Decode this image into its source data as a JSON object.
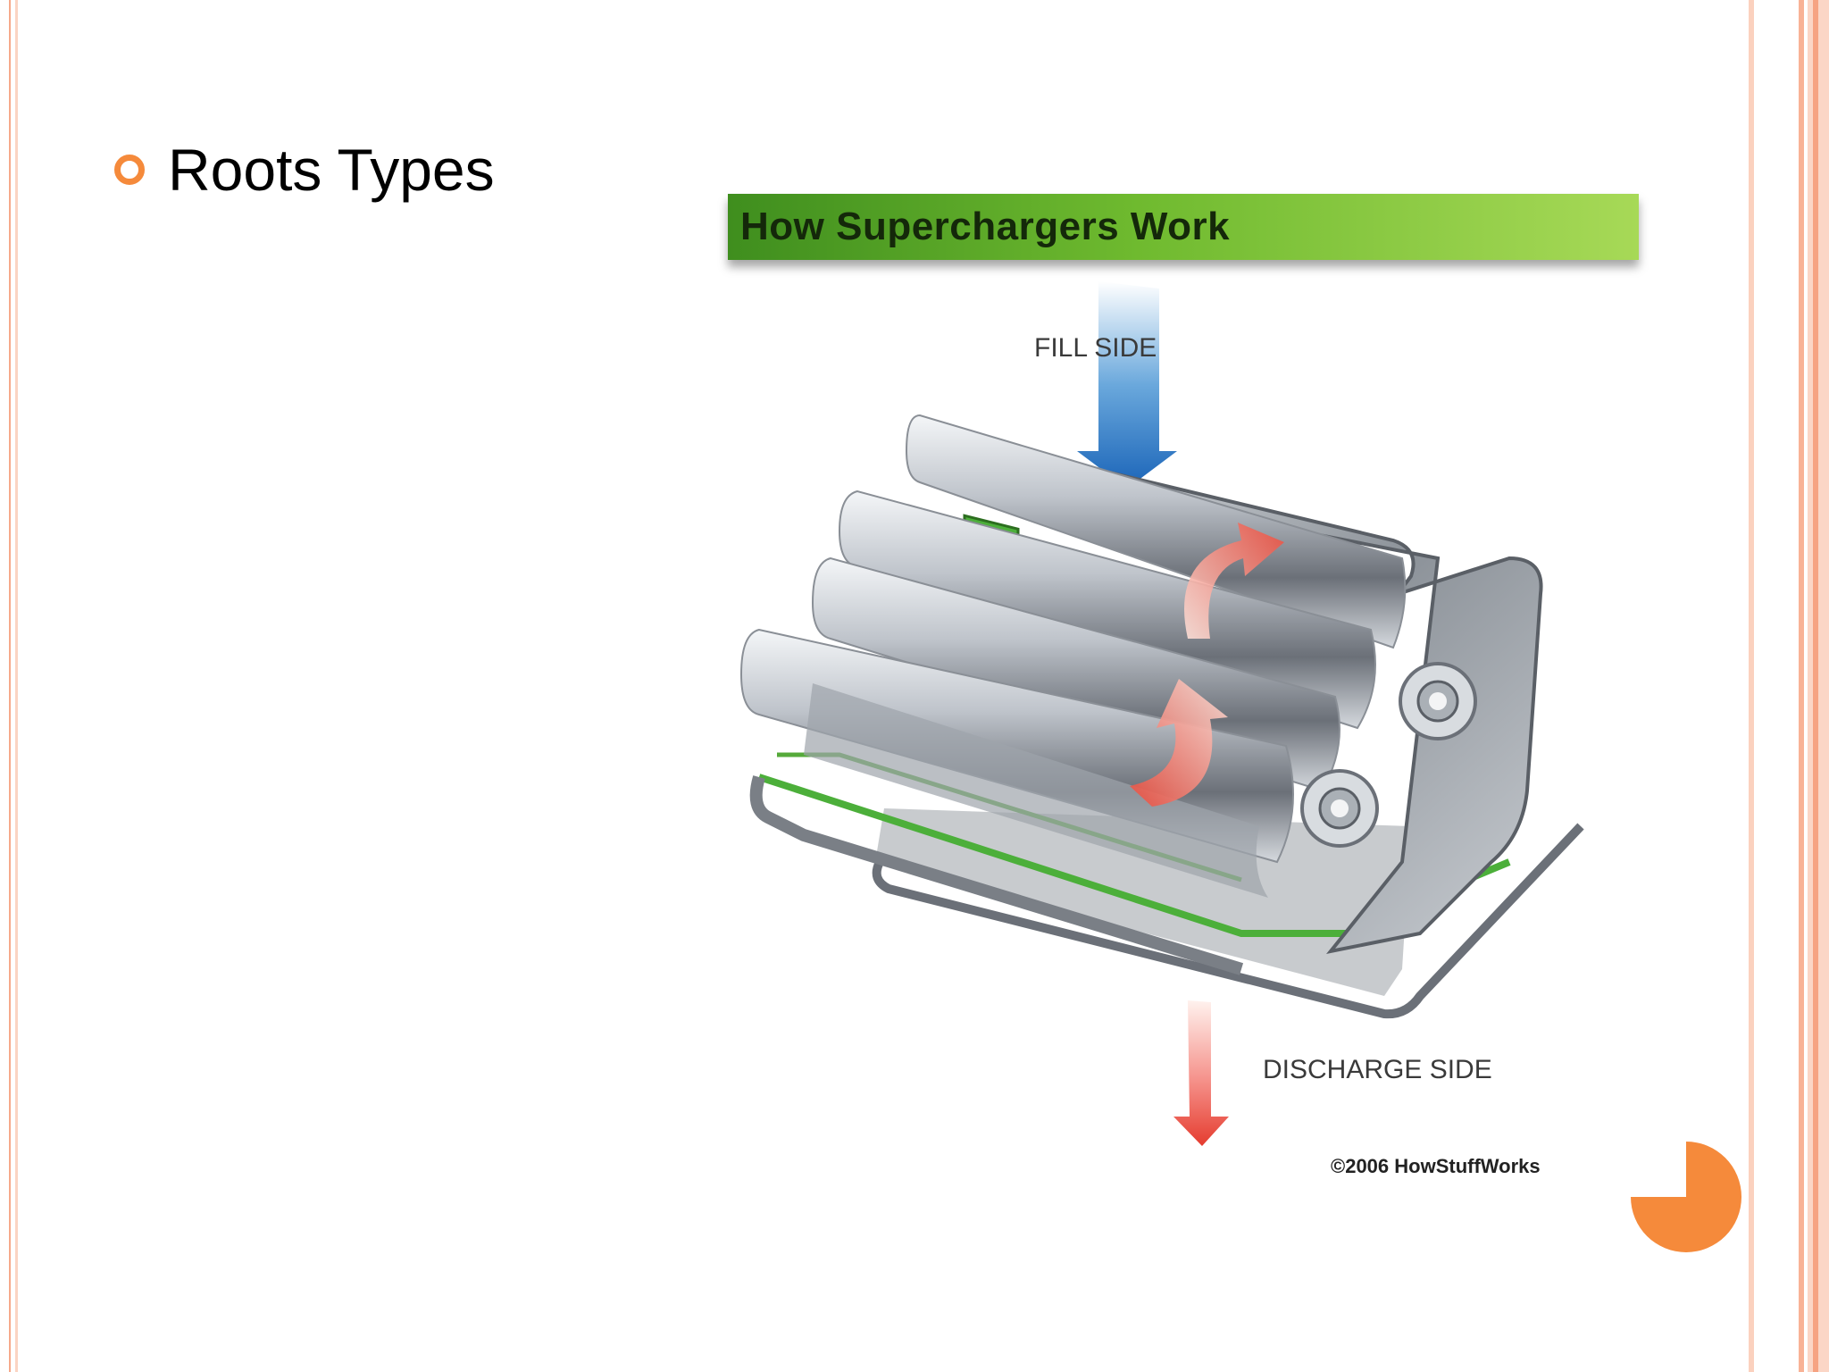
{
  "slide": {
    "bullet_text": "Roots Types"
  },
  "figure": {
    "banner_title": "How Superchargers Work",
    "fill_label": "FILL SIDE",
    "discharge_label": "DISCHARGE SIDE",
    "copyright": "©2006 HowStuffWorks"
  },
  "colors": {
    "accent": "#f58a3b",
    "banner_green": "#6fba2f",
    "frame_peach": "#f8b296"
  }
}
